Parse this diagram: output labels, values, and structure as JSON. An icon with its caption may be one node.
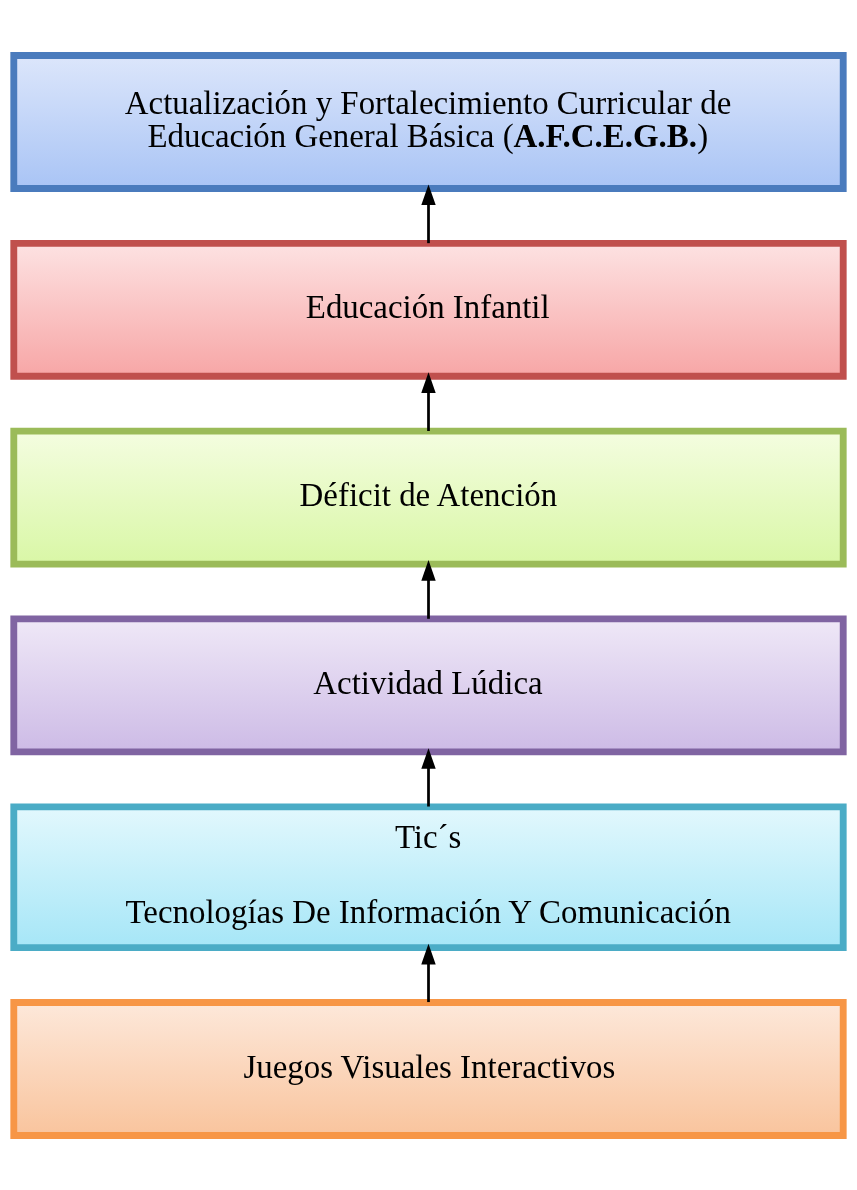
{
  "diagram": {
    "nodes": [
      {
        "text": [
          "Actualización y Fortalecimiento Curricular de Educación General Básica (**A.F.C.E.G.B.**)"
        ]
      },
      {
        "text": [
          "Educación Infantil"
        ]
      },
      {
        "text": [
          "Déficit de Atención"
        ]
      },
      {
        "text": [
          "Actividad Lúdica"
        ]
      },
      {
        "text": [
          "Tic´s",
          "Tecnologías De Información Y Comunicación"
        ]
      },
      {
        "text": [
          "Juegos Visuales Interactivos"
        ]
      }
    ],
    "edges": [
      {
        "from": 1,
        "to": 0,
        "arrow": "to"
      },
      {
        "from": 2,
        "to": 1,
        "arrow": "to"
      },
      {
        "from": 3,
        "to": 2,
        "arrow": "to"
      },
      {
        "from": 4,
        "to": 3,
        "arrow": "to"
      },
      {
        "from": 5,
        "to": 4,
        "arrow": "to"
      }
    ]
  }
}
